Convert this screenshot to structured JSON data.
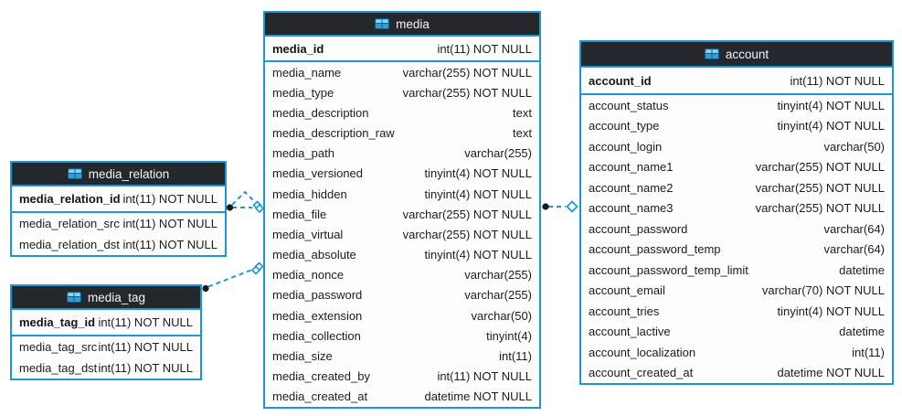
{
  "colors": {
    "table_border": "#1d97d4",
    "header_background": "#24282c",
    "header_text": "#f4f4f4",
    "row_text": "#1c1c1c",
    "connector": "#1d97d4",
    "connector_dot": "#17191b"
  },
  "tables": [
    {
      "title": "media_relation",
      "pk": {
        "name": "media_relation_id",
        "type": "int(11) NOT NULL"
      },
      "fields": [
        {
          "name": "media_relation_src",
          "type": "int(11) NOT NULL"
        },
        {
          "name": "media_relation_dst",
          "type": "int(11) NOT NULL"
        }
      ]
    },
    {
      "title": "media_tag",
      "pk": {
        "name": "media_tag_id",
        "type": "int(11) NOT NULL"
      },
      "fields": [
        {
          "name": "media_tag_src",
          "type": "int(11) NOT NULL"
        },
        {
          "name": "media_tag_dst",
          "type": "int(11) NOT NULL"
        }
      ]
    },
    {
      "title": "media",
      "pk": {
        "name": "media_id",
        "type": "int(11) NOT NULL"
      },
      "fields": [
        {
          "name": "media_name",
          "type": "varchar(255) NOT NULL"
        },
        {
          "name": "media_type",
          "type": "varchar(255) NOT NULL"
        },
        {
          "name": "media_description",
          "type": "text"
        },
        {
          "name": "media_description_raw",
          "type": "text"
        },
        {
          "name": "media_path",
          "type": "varchar(255)"
        },
        {
          "name": "media_versioned",
          "type": "tinyint(4) NOT NULL"
        },
        {
          "name": "media_hidden",
          "type": "tinyint(4) NOT NULL"
        },
        {
          "name": "media_file",
          "type": "varchar(255) NOT NULL"
        },
        {
          "name": "media_virtual",
          "type": "varchar(255) NOT NULL"
        },
        {
          "name": "media_absolute",
          "type": "tinyint(4) NOT NULL"
        },
        {
          "name": "media_nonce",
          "type": "varchar(255)"
        },
        {
          "name": "media_password",
          "type": "varchar(255)"
        },
        {
          "name": "media_extension",
          "type": "varchar(50)"
        },
        {
          "name": "media_collection",
          "type": "tinyint(4)"
        },
        {
          "name": "media_size",
          "type": "int(11)"
        },
        {
          "name": "media_created_by",
          "type": "int(11) NOT NULL"
        },
        {
          "name": "media_created_at",
          "type": "datetime NOT NULL"
        }
      ]
    },
    {
      "title": "account",
      "pk": {
        "name": "account_id",
        "type": "int(11) NOT NULL"
      },
      "fields": [
        {
          "name": "account_status",
          "type": "tinyint(4) NOT NULL"
        },
        {
          "name": "account_type",
          "type": "tinyint(4) NOT NULL"
        },
        {
          "name": "account_login",
          "type": "varchar(50)"
        },
        {
          "name": "account_name1",
          "type": "varchar(255) NOT NULL"
        },
        {
          "name": "account_name2",
          "type": "varchar(255) NOT NULL"
        },
        {
          "name": "account_name3",
          "type": "varchar(255) NOT NULL"
        },
        {
          "name": "account_password",
          "type": "varchar(64)"
        },
        {
          "name": "account_password_temp",
          "type": "varchar(64)"
        },
        {
          "name": "account_password_temp_limit",
          "type": "datetime"
        },
        {
          "name": "account_email",
          "type": "varchar(70) NOT NULL"
        },
        {
          "name": "account_tries",
          "type": "tinyint(4) NOT NULL"
        },
        {
          "name": "account_lactive",
          "type": "datetime"
        },
        {
          "name": "account_localization",
          "type": "int(11)"
        },
        {
          "name": "account_created_at",
          "type": "datetime NOT NULL"
        }
      ]
    }
  ],
  "relationships": [
    {
      "from": "media_relation",
      "to": "media"
    },
    {
      "from": "media_tag",
      "to": "media"
    },
    {
      "from": "media",
      "to": "account"
    }
  ]
}
